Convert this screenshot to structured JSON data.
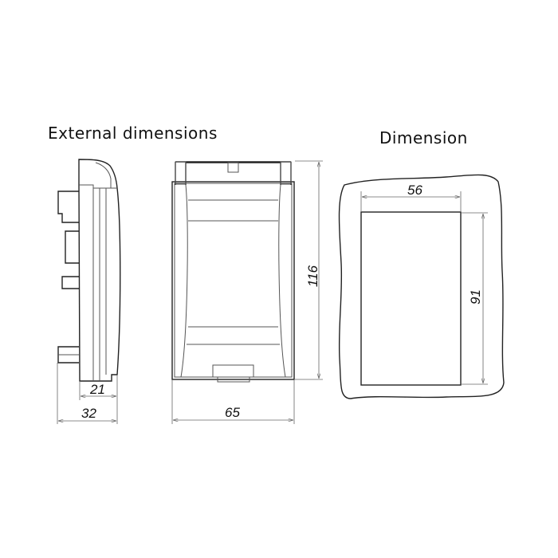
{
  "titles": {
    "external": "External dimensions",
    "dimension": "Dimension"
  },
  "dimensions": {
    "side_inner_depth": "21",
    "side_total_depth": "32",
    "front_width": "65",
    "front_height": "116",
    "cutout_width": "56",
    "cutout_height": "91"
  }
}
